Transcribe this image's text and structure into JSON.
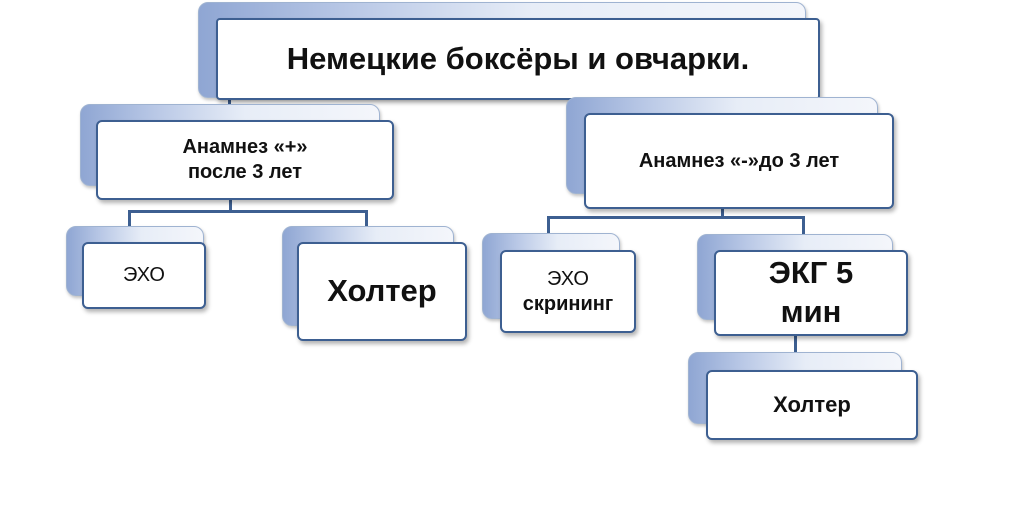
{
  "diagram": {
    "root": {
      "label": "Немецкие боксёры и овчарки."
    },
    "left_branch": {
      "label_line1": "Анамнез «+»",
      "label_line2": "после 3 лет",
      "children": [
        {
          "label": "ЭХО"
        },
        {
          "label": "Холтер"
        }
      ]
    },
    "right_branch": {
      "label": "Анамнез «-»до 3 лет",
      "children": [
        {
          "label_line1": "ЭХО",
          "label_line2": "скрининг"
        },
        {
          "label_line1": "ЭКГ 5",
          "label_line2": "мин"
        }
      ],
      "grandchild": {
        "label": "Холтер"
      }
    },
    "colors": {
      "connector": "#3d5f91",
      "border": "#3d5f91",
      "back_gradient_start": "#8fa6d3",
      "back_gradient_end": "#f4f6fb"
    }
  }
}
